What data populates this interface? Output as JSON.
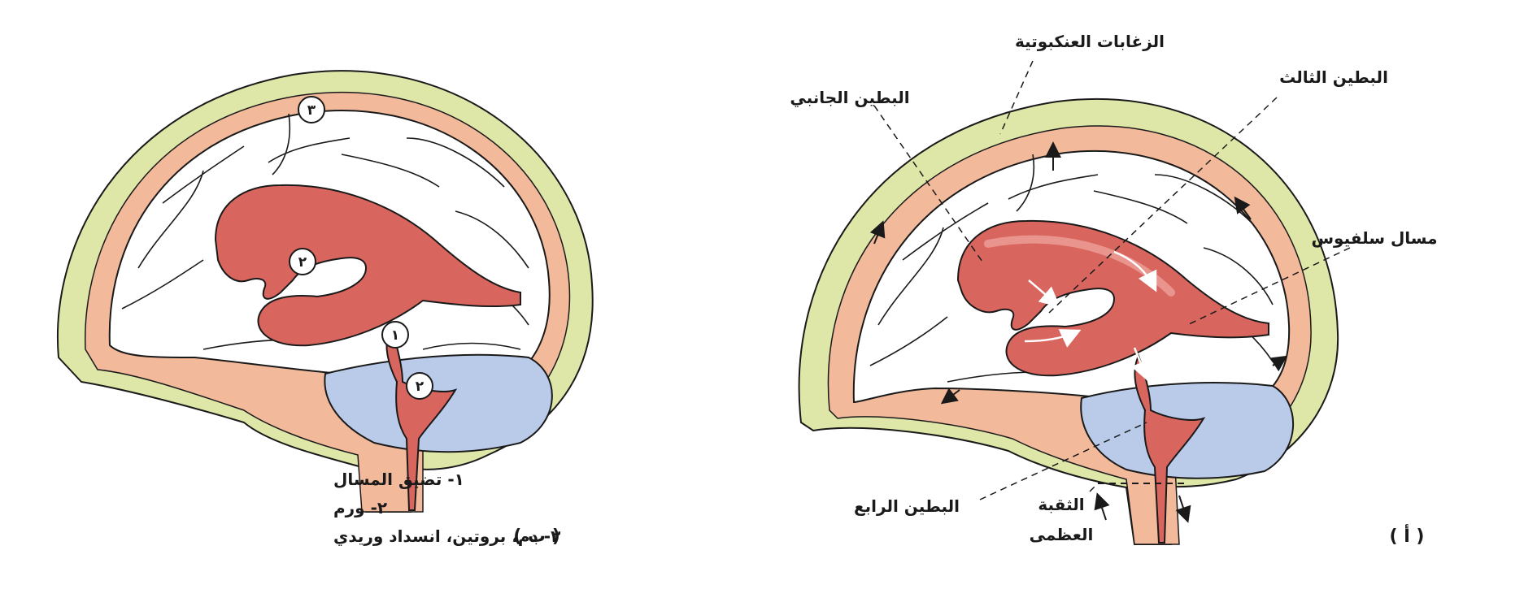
{
  "colors": {
    "skull": "#dfe7a8",
    "dura": "#f2b99b",
    "brain": "#ffffff",
    "ventricle": "#d9665e",
    "ventricle_highlight": "#f0aaa2",
    "cerebellum": "#b9cbe8",
    "outline": "#1a1a1a"
  },
  "panel_a": {
    "label": "( أ )",
    "labels": {
      "arachnoid_villi": "الزغابات العنكبوتية",
      "lateral_ventricle": "البطين الجانبي",
      "third_ventricle": "البطين الثالث",
      "aqueduct": "مسال سلفيوس",
      "fourth_ventricle": "البطين الرابع",
      "foramen_line1": "الثقبة",
      "foramen_line2": "العظمى"
    }
  },
  "panel_b": {
    "label": "( ب )",
    "markers": [
      "١",
      "٢",
      "٢",
      "٣"
    ],
    "legend": [
      "١- تضيق المسال",
      "٢- ورم",
      "٣- دم، بروتين، انسداد وريدي"
    ]
  }
}
